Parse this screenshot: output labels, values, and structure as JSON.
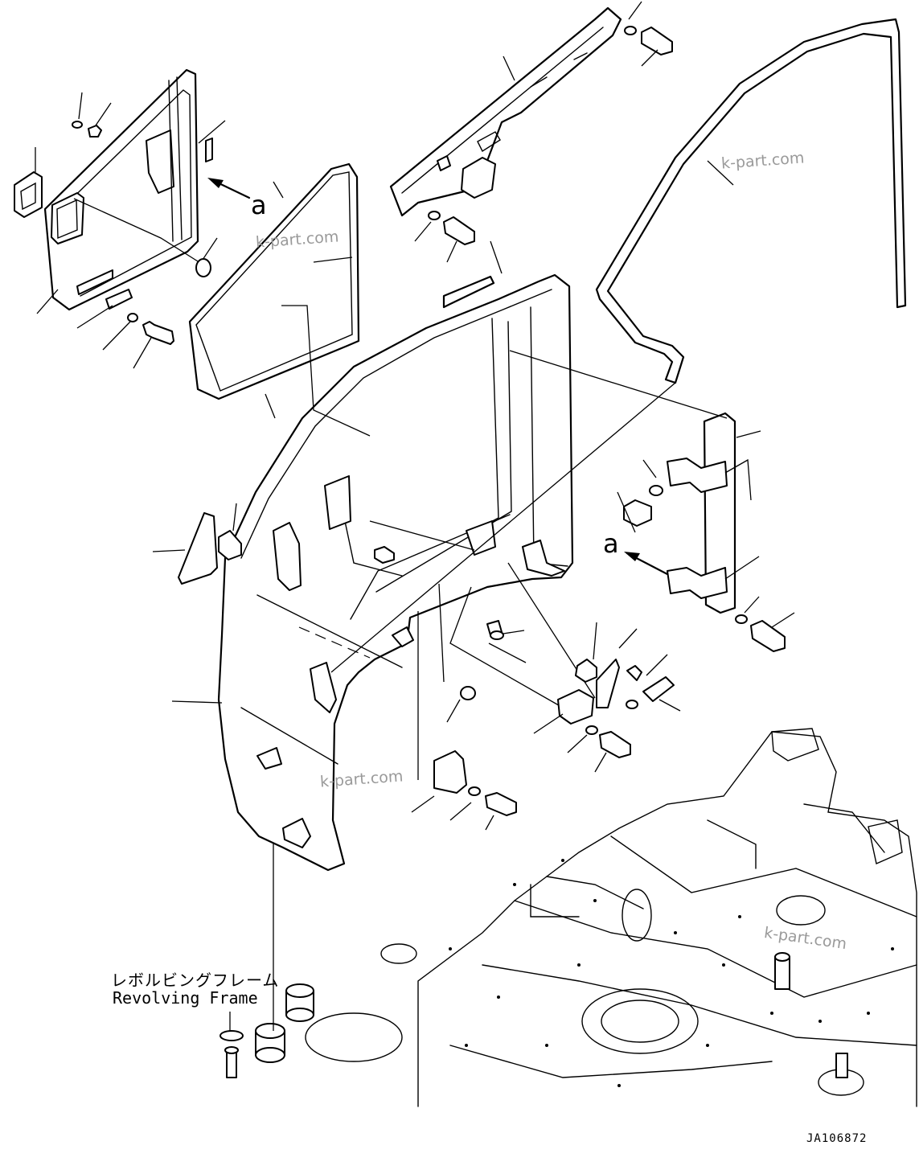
{
  "labels": {
    "revolving_frame_jp": "レボルビングフレーム",
    "revolving_frame_en": "Revolving Frame",
    "drawing_code": "JA106872",
    "view_ref_a": "a"
  },
  "watermarks": [
    "k-part.com",
    "k-part.com",
    "k-part.com",
    "k-part.com"
  ],
  "colors": {
    "line": "#000000",
    "background": "#ffffff",
    "watermark": "#9a9a9a"
  }
}
